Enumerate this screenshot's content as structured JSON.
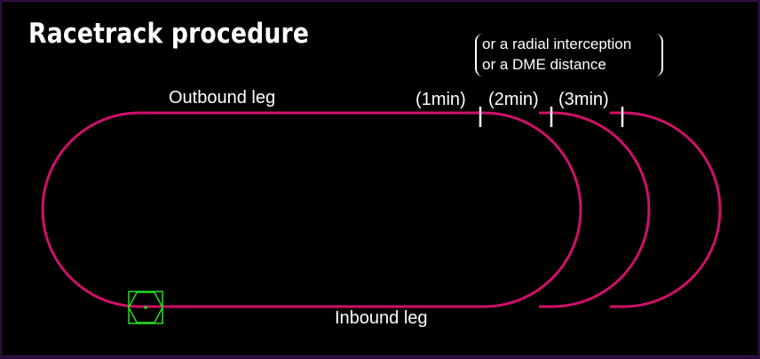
{
  "diagram": {
    "title": "Racetrack procedure",
    "outbound_label": "Outbound leg",
    "inbound_label": "Inbound leg",
    "timing_labels": [
      "(1min)",
      "(2min)",
      "(3min)"
    ],
    "note_line1": "or a radial interception",
    "note_line2": "or a DME distance",
    "colors": {
      "track": "#d0106a",
      "fix": "#22e022",
      "text": "#ffffff",
      "background": "#000000"
    },
    "fix_icon": "holding-fix-hexagon-icon"
  }
}
